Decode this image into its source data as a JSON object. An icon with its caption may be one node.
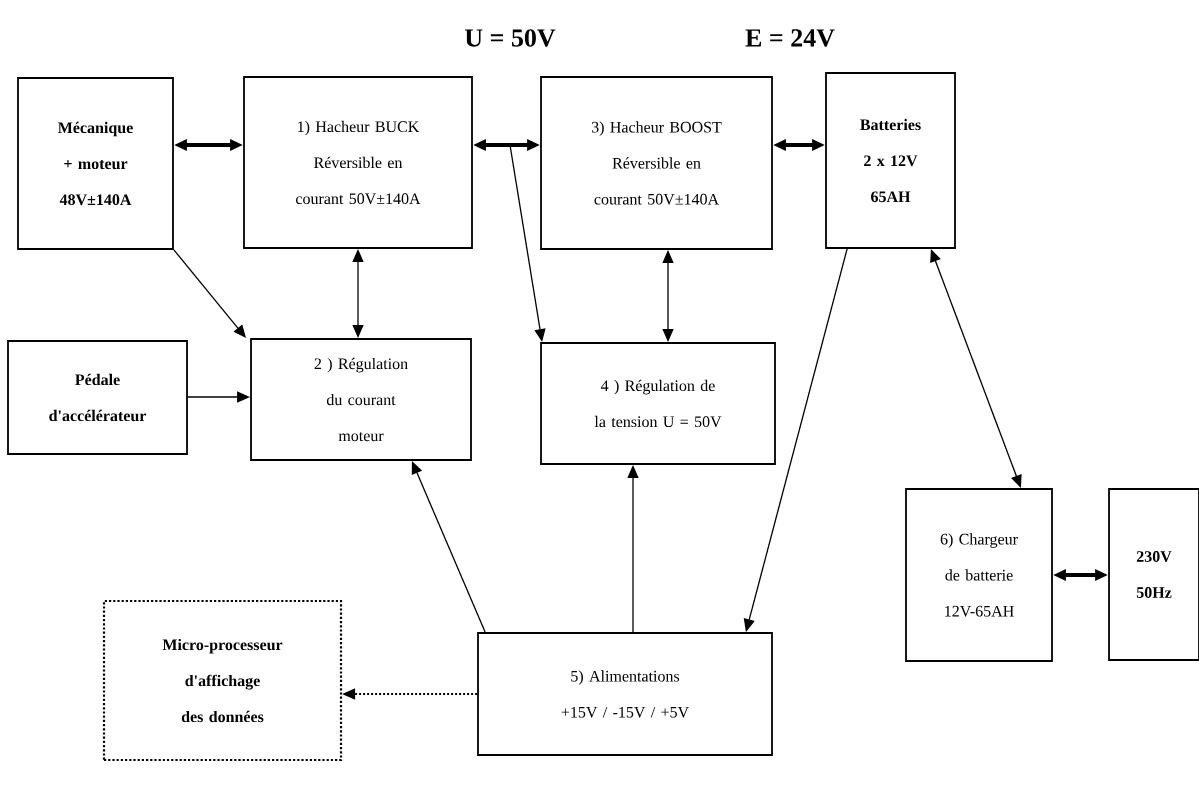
{
  "diagram": {
    "nodes": [
      {
        "text": [
          "Mécanique + moteur 48V±140A"
        ]
      },
      {
        "text": [
          "1) Hacheur BUCK Réversible en courant 50V±140A"
        ]
      },
      {
        "text": [
          "3) Hacheur BOOST Réversible en courant 50V±140A"
        ]
      },
      {
        "text": [
          "Batteries 2 x 12V 65AH"
        ]
      },
      {
        "text": [
          "Pédale d'accélérateur"
        ]
      },
      {
        "text": [
          "2 ) Régulation du courant moteur"
        ]
      },
      {
        "text": [
          "4 ) Régulation de la tension U = 50V"
        ]
      },
      {
        "text": [
          "6) Chargeur de batterie 12V-65AH"
        ]
      },
      {
        "text": [
          "230V 50Hz"
        ]
      },
      {
        "text": [
          "Micro-processeur d'affichage des données"
        ]
      },
      {
        "text": [
          "5) Alimentations +15V / -15V / +5V"
        ]
      }
    ],
    "edges": [
      {
        "from": 0,
        "to": 1,
        "arrow": "both",
        "style": "thick"
      },
      {
        "from": 1,
        "to": 2,
        "arrow": "both",
        "style": "thick"
      },
      {
        "from": null,
        "to": 6,
        "arrow": "to"
      },
      {
        "from": 2,
        "to": 3,
        "arrow": "both",
        "style": "thick"
      },
      {
        "from": 0,
        "to": 5,
        "arrow": "to"
      },
      {
        "from": 1,
        "to": 5,
        "arrow": "both"
      },
      {
        "from": 2,
        "to": 6,
        "arrow": "both"
      },
      {
        "from": 4,
        "to": 5,
        "arrow": "to"
      },
      {
        "from": 3,
        "to": 10,
        "arrow": "to"
      },
      {
        "from": 3,
        "to": 7,
        "arrow": "both"
      },
      {
        "from": 10,
        "to": 5,
        "arrow": "to"
      },
      {
        "from": 10,
        "to": 6,
        "arrow": "to"
      },
      {
        "from": 7,
        "to": 8,
        "arrow": "both",
        "style": "thick"
      },
      {
        "from": 10,
        "to": 9,
        "arrow": "to",
        "style": "dashed"
      }
    ],
    "labels": [
      "U = 50V",
      "E = 24V"
    ]
  }
}
